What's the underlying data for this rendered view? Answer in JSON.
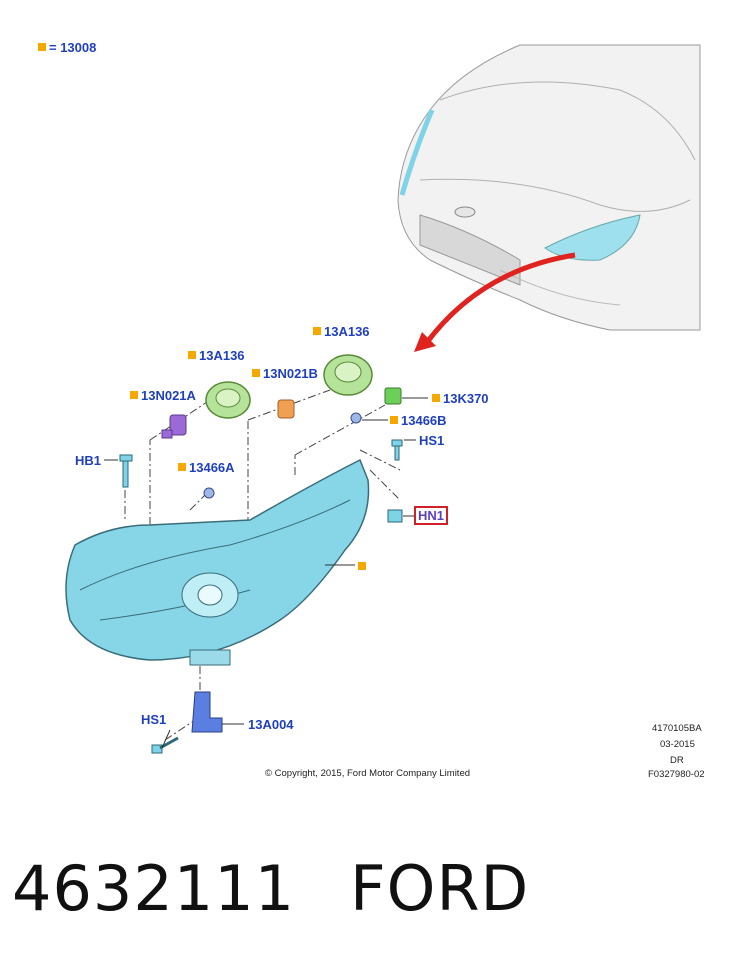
{
  "legend": {
    "text": "= 13008",
    "color": "#f5a800"
  },
  "labels": {
    "l13A136_top": "13A136",
    "l13A136_left": "13A136",
    "l13N021A": "13N021A",
    "l13N021B": "13N021B",
    "l13K370": "13K370",
    "l13466B": "13466B",
    "lHS1_top": "HS1",
    "lHB1": "HB1",
    "l13466A": "13466A",
    "lHN1": "HN1",
    "lHS1_bottom": "HS1",
    "l13A004": "13A004"
  },
  "meta": {
    "copyright": "© Copyright, 2015, Ford Motor Company Limited",
    "code1": "4170105BA",
    "date": "03-2015",
    "dr": "DR",
    "code2": "F0327980-02"
  },
  "footer": {
    "part_number": "4632111",
    "brand": "FORD"
  },
  "colors": {
    "label": "#1f3fbf",
    "marker": "#f5a800",
    "headlamp": "#7fd3e6",
    "arrow": "#e0231f",
    "highlight": "#d0202a"
  }
}
